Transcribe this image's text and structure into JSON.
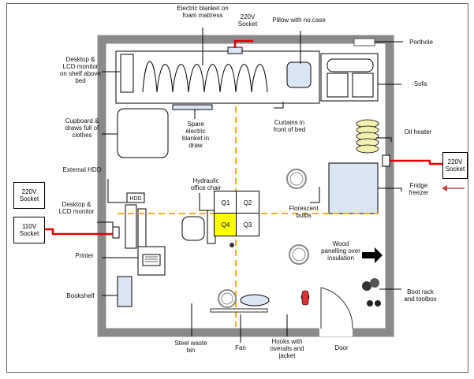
{
  "labels": {
    "blanket": "Electric blanket on foam mattress",
    "socket_top": "220V Socket",
    "pillow": "Pillow with no case",
    "porthole": "Porthole",
    "desktop_shelf": "Desktop & LCD monitor on shelf above bed",
    "sofa": "Sofa",
    "cupboard": "Cupboard & draws full of clothes",
    "spare_blanket": "Spare electric blanket in draw",
    "curtains": "Curtains in front of bed",
    "oil_heater": "Oil heater",
    "external_hdd": "External HDD",
    "hydraulic_chair": "Hydraulic office chair",
    "desktop_desk": "Desktop & LCD monitor",
    "florescent": "Florescent bulbs",
    "fridge": "Fridge freezer",
    "printer": "Printer",
    "wood_panel": "Wood panelling over insulation",
    "bookshelf": "Bookshelf",
    "boot_rack": "Boot rack and toolbox",
    "bin": "Steel waste bin",
    "fan": "Fan",
    "hooks": "Hooks with overalls and jacket",
    "door": "Door"
  },
  "sockets": {
    "left_220": "220V Socket",
    "left_110": "110V Socket",
    "right_220": "220V Socket"
  },
  "hdd_tag": "HDD",
  "quadrants": {
    "q1": "Q1",
    "q2": "Q2",
    "q3": "Q3",
    "q4": "Q4"
  },
  "colors": {
    "wall": "#8a8a8a",
    "cable": "#e00000",
    "divider": "#f0b020",
    "highlight": "#ffff00",
    "fridge": "#dbe6f4",
    "heater": "#f4efb0"
  }
}
